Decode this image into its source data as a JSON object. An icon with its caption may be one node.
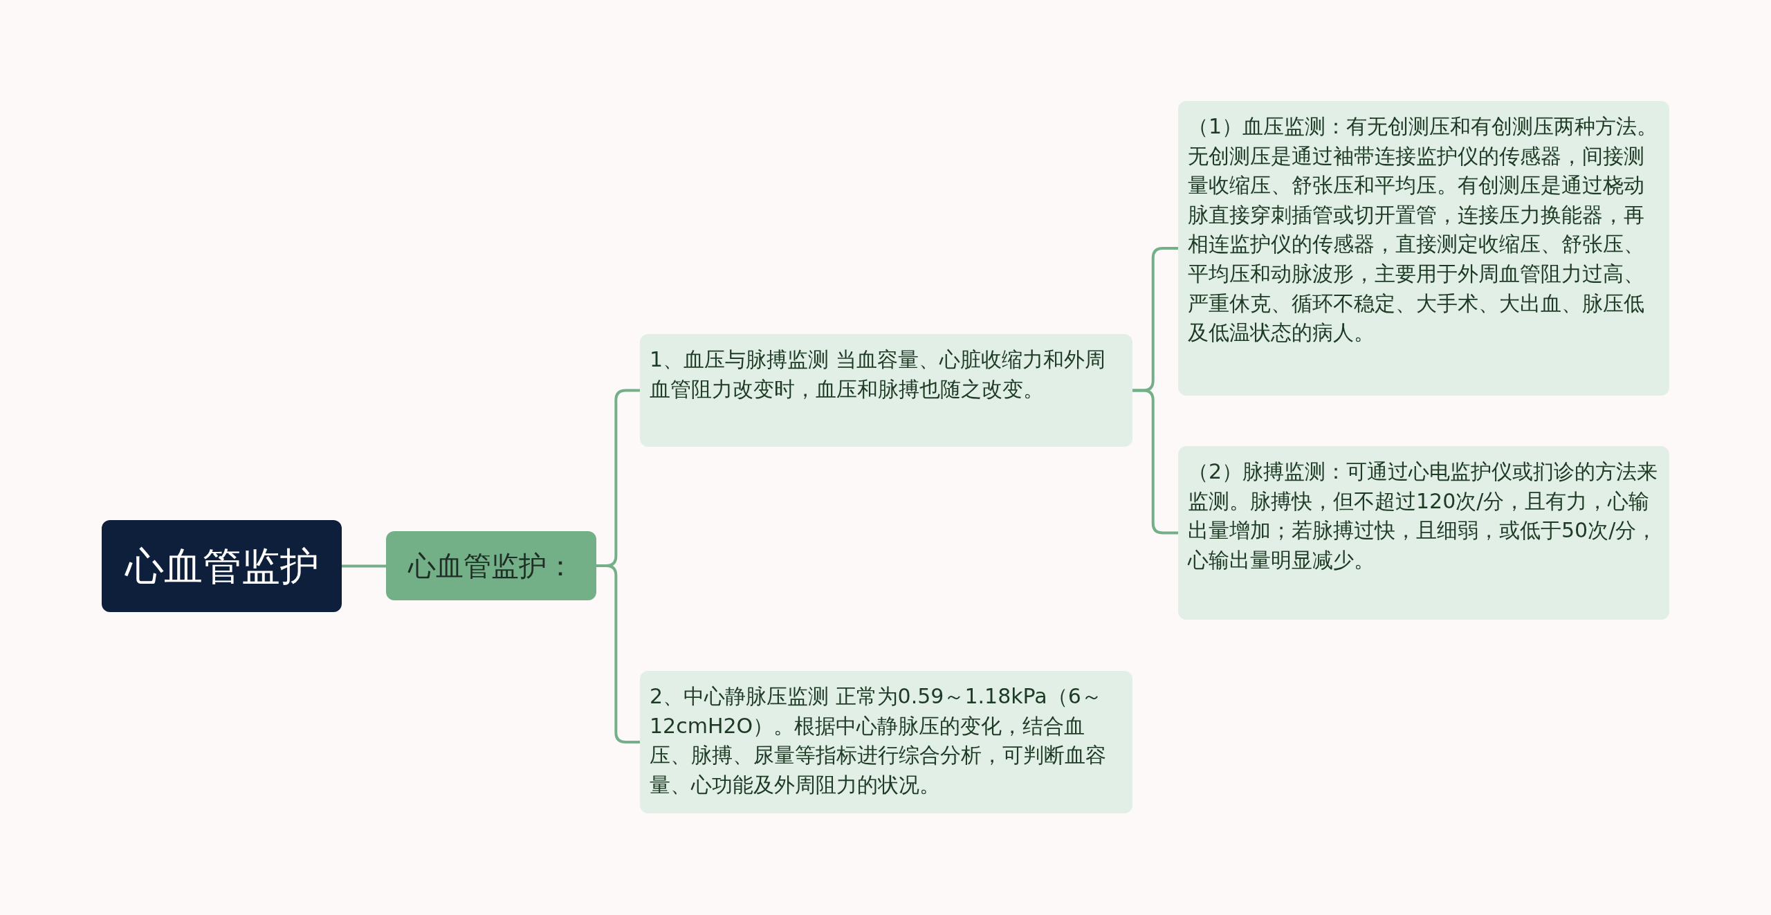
{
  "diagram": {
    "nodes": [
      {
        "text": [
          "心血管监护"
        ]
      },
      {
        "text": [
          "心血管监护："
        ]
      },
      {
        "text": [
          "1、血压与脉搏监测 当血容量、心脏收缩力和外周血管阻力改变时，血压和脉搏也随之改变。"
        ]
      },
      {
        "text": [
          "2、中心静脉压监测 正常为0.59～1.18kPa（6～12cmH2O）。根据中心静脉压的变化，结合血压、脉搏、尿量等指标进行综合分析，可判断血容量、心功能及外周阻力的状况。"
        ]
      },
      {
        "text": [
          "（1）血压监测：有无创测压和有创测压两种方法。无创测压是通过袖带连接监护仪的传感器，间接测量收缩压、舒张压和平均压。有创测压是通过桡动脉直接穿刺插管或切开置管，连接压力换能器，再相连监护仪的传感器，直接测定收缩压、舒张压、平均压和动脉波形，主要用于外周血管阻力过高、严重休克、循环不稳定、大手术、大出血、脉压低及低温状态的病人。"
        ]
      },
      {
        "text": [
          "（2）脉搏监测：可通过心电监护仪或扪诊的方法来监测。脉搏快，但不超过120次/分，且有力，心输出量增加；若脉搏过快，且细弱，或低于50次/分，心输出量明显减少。"
        ]
      }
    ],
    "edges": [
      {
        "from": 0,
        "to": 1,
        "arrow": "none"
      },
      {
        "from": 1,
        "to": 2,
        "arrow": "none"
      },
      {
        "from": 1,
        "to": 3,
        "arrow": "none"
      },
      {
        "from": 2,
        "to": 4,
        "arrow": "none"
      },
      {
        "from": 2,
        "to": 5,
        "arrow": "none"
      }
    ]
  }
}
